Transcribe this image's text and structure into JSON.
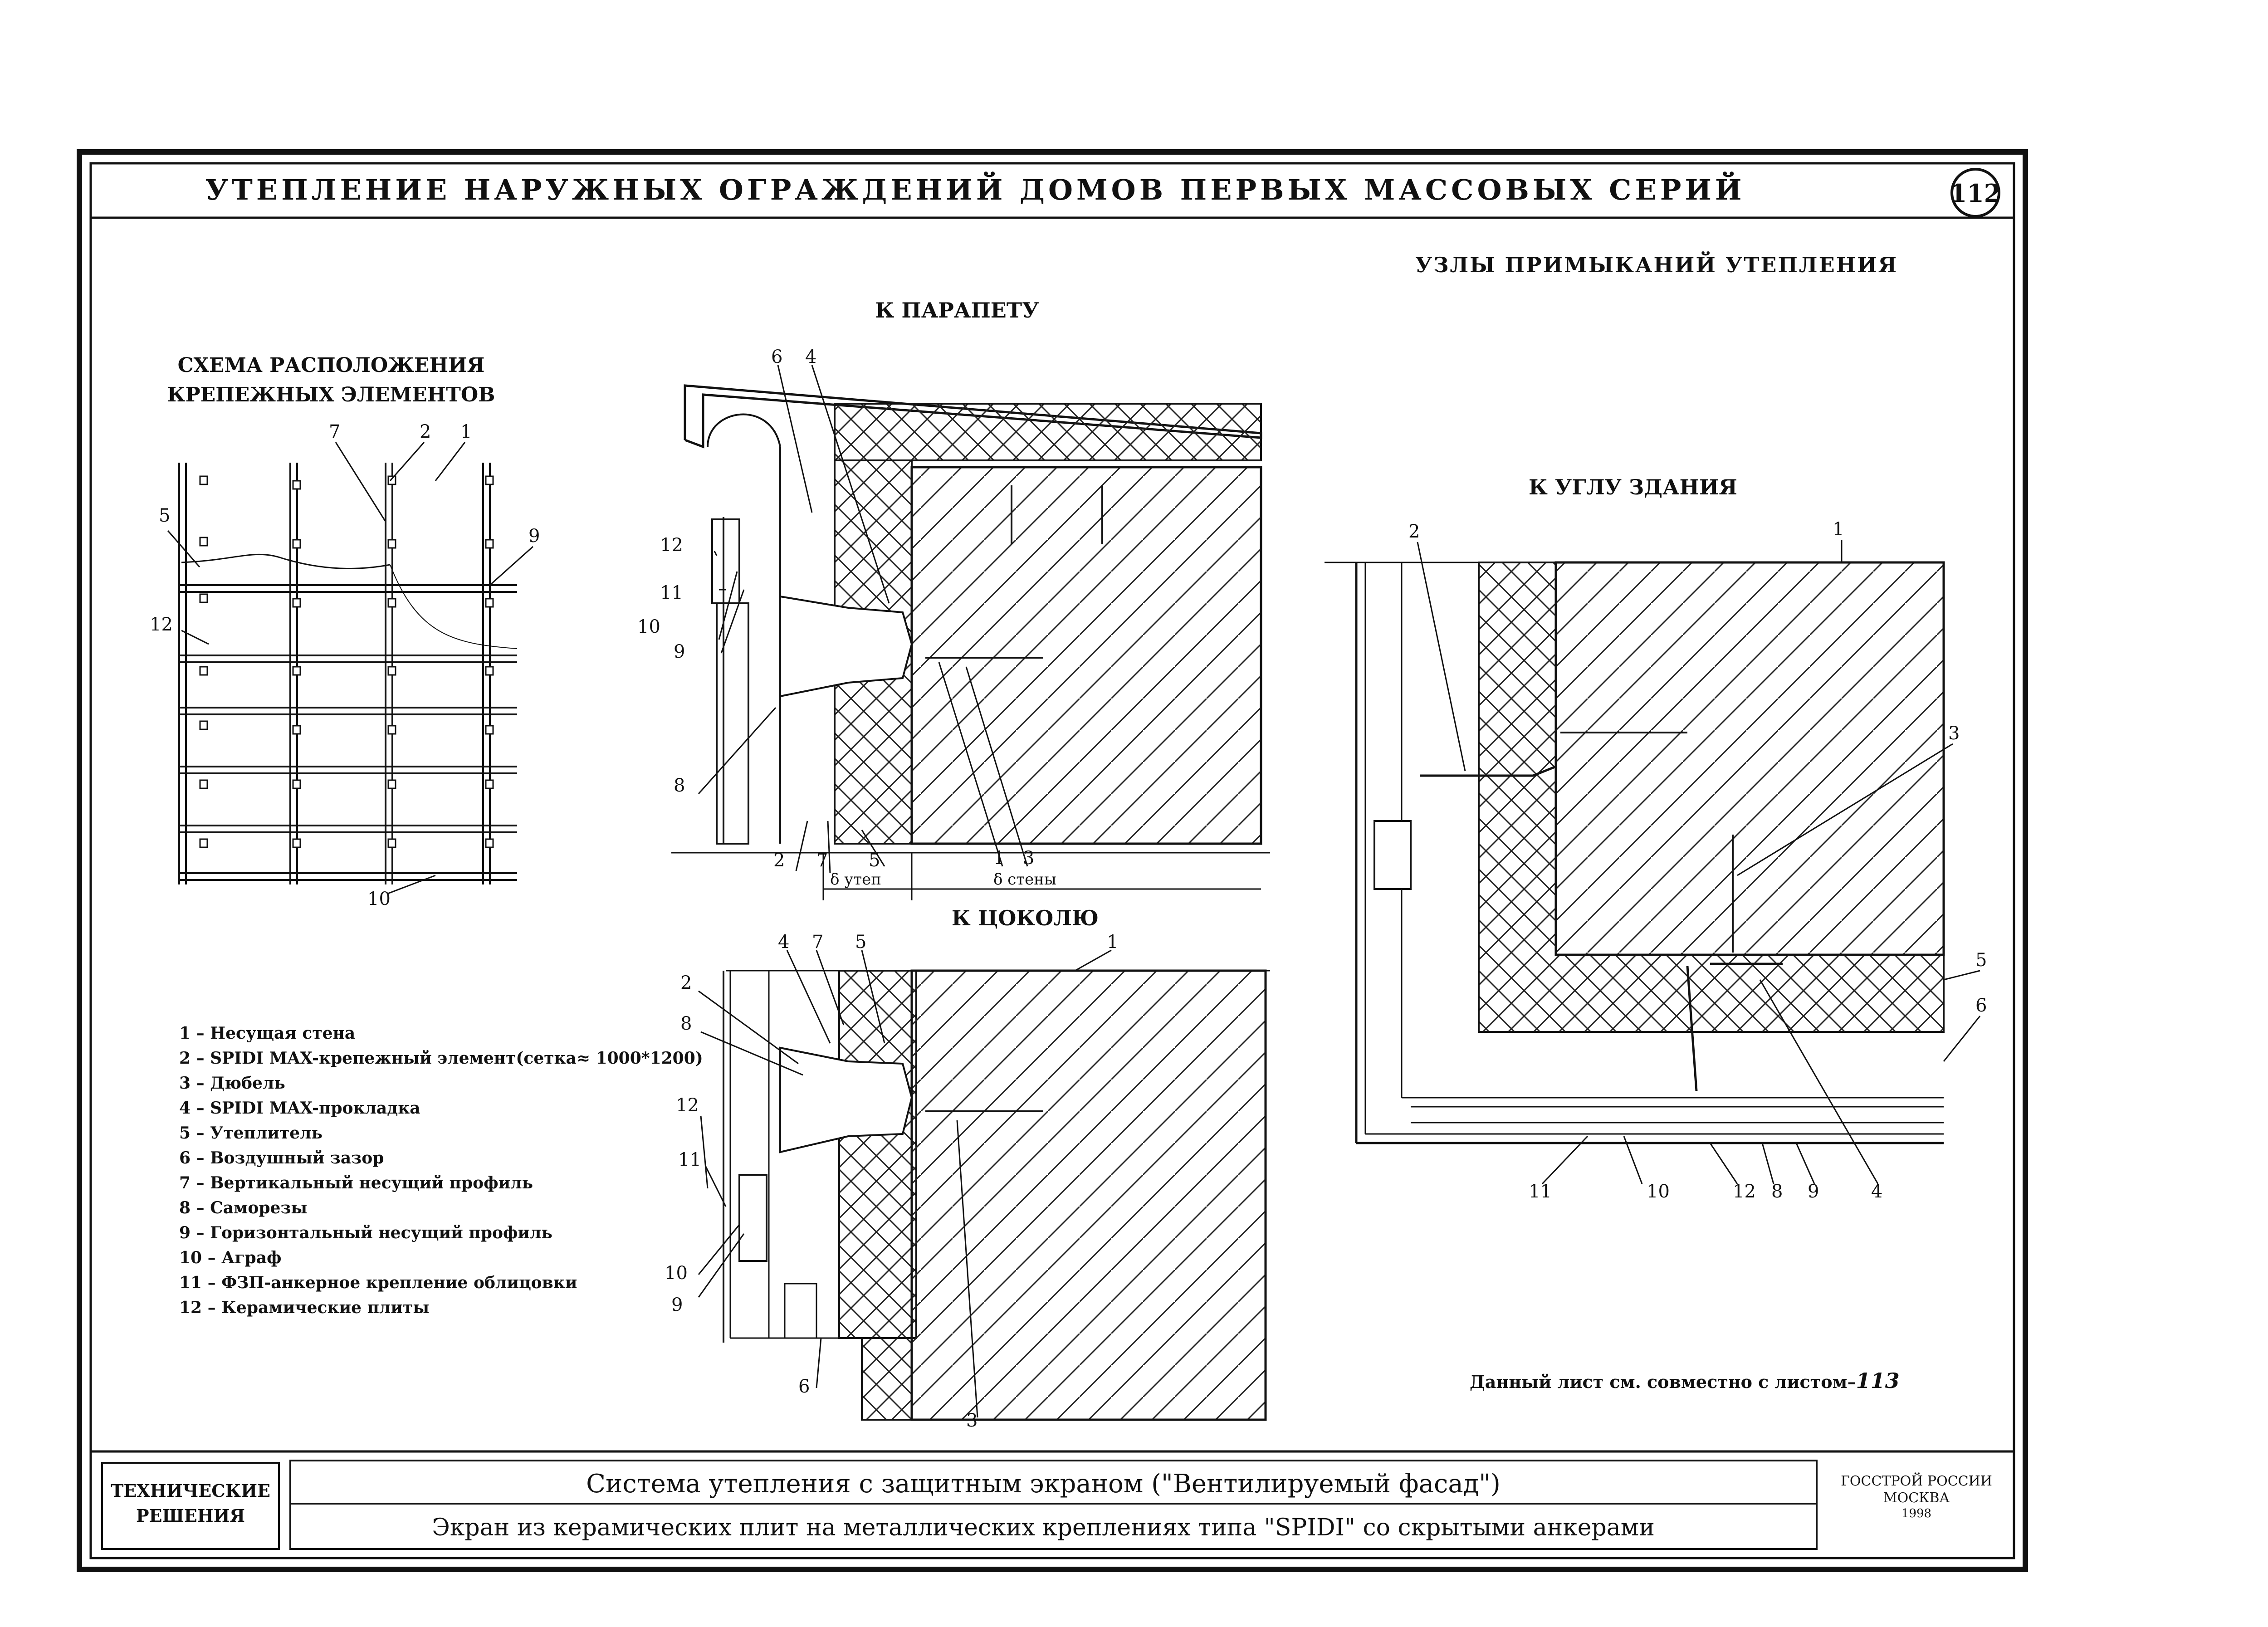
{
  "header": {
    "title": "УТЕПЛЕНИЕ НАРУЖНЫХ ОГРАЖДЕНИЙ ДОМОВ ПЕРВЫХ МАССОВЫХ СЕРИЙ",
    "sheet_number": "112"
  },
  "section_title": "УЗЛЫ ПРИМЫКАНИЙ УТЕПЛЕНИЯ",
  "scheme": {
    "title_line1": "СХЕМА РАСПОЛОЖЕНИЯ",
    "title_line2": "КРЕПЕЖНЫХ ЭЛЕМЕНТОВ"
  },
  "detail_titles": {
    "parapet": "К ПАРАПЕТУ",
    "plinth": "К ЦОКОЛЮ",
    "corner": "К УГЛУ ЗДАНИЯ"
  },
  "dimensions": {
    "insulation": "δ утеп",
    "wall": "δ стены"
  },
  "legend": [
    "1 – Несущая стена",
    "2 – SPIDI MAX-крепежный элемент(сетка≈ 1000*1200)",
    "3 – Дюбель",
    "4 – SPIDI MAX-прокладка",
    "5 – Утеплитель",
    "6 – Воздушный зазор",
    "7 – Вертикальный несущий профиль",
    "8 – Саморезы",
    "9 – Горизонтальный несущий профиль",
    "10 – Аграф",
    "11 – ФЗП-анкерное крепление облицовки",
    "12 – Керамические плиты"
  ],
  "note": {
    "text": "Данный лист см. совместно с листом–",
    "sheet_ref": "113"
  },
  "title_block": {
    "category_line1": "ТЕХНИЧЕСКИЕ",
    "category_line2": "РЕШЕНИЯ",
    "system_name": "Система утепления с защитным экраном (\"Вентилируемый фасад\")",
    "description": "Экран из керамических плит на металлических креплениях типа \"SPIDI\" со скрытыми анкерами",
    "org_line1": "ГОССТРОЙ РОССИИ",
    "org_line2": "МОСКВА",
    "year": "1998"
  },
  "callouts": {
    "scheme": [
      "7",
      "2",
      "1",
      "5",
      "9",
      "12",
      "10"
    ],
    "parapet": [
      "6",
      "4",
      "12",
      "11",
      "10",
      "9",
      "8",
      "2",
      "7",
      "5",
      "1",
      "3"
    ],
    "plinth": [
      "4",
      "7",
      "5",
      "1",
      "2",
      "8",
      "12",
      "11",
      "10",
      "9",
      "6",
      "3"
    ],
    "corner": [
      "2",
      "1",
      "3",
      "5",
      "6",
      "11",
      "10",
      "12",
      "8",
      "9",
      "4"
    ]
  }
}
